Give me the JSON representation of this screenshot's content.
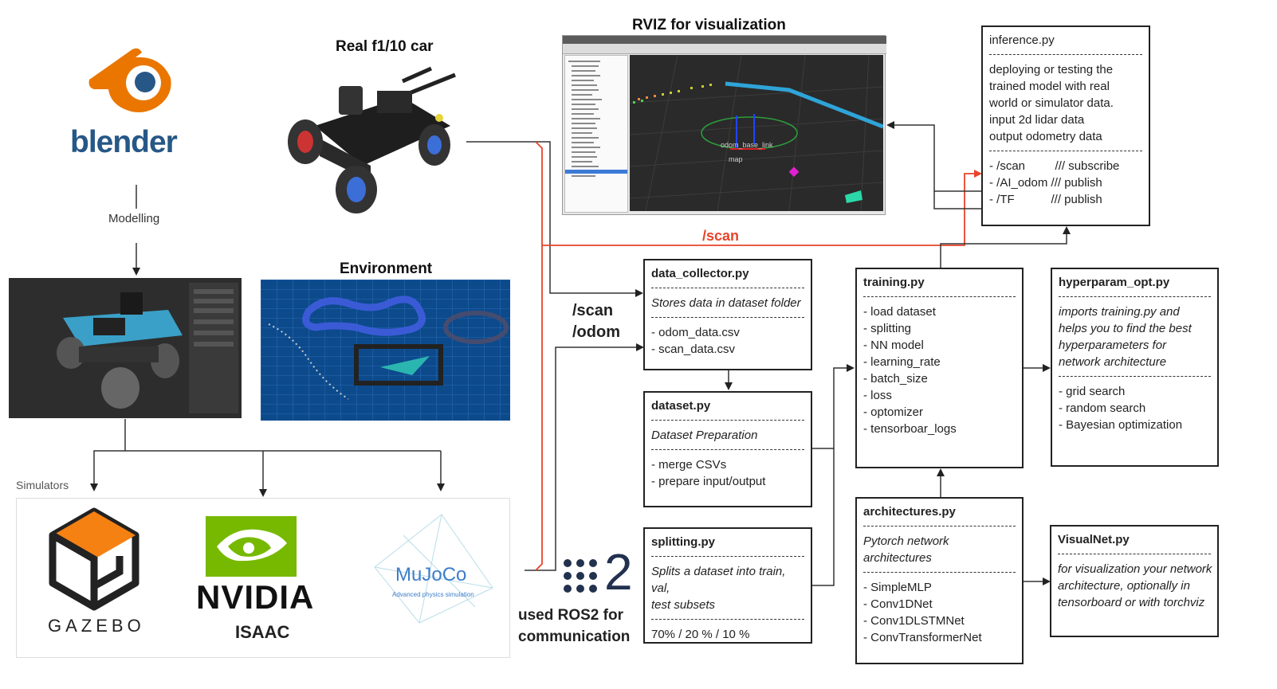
{
  "blender": {
    "logo_text": "blender",
    "modelling_label": "Modelling"
  },
  "real_car": {
    "heading": "Real f1/10 car"
  },
  "environment": {
    "heading": "Environment"
  },
  "rviz": {
    "heading": "RVIZ for visualization",
    "frame_label_1": "odom_base_link",
    "frame_label_2": "map"
  },
  "simulators": {
    "label": "Simulators",
    "gazebo": "GAZEBO",
    "nvidia": "NVIDIA",
    "isaac": "ISAAC",
    "mujoco": "MuJoCo",
    "mujoco_sub": "Advanced physics simulation"
  },
  "ros2": {
    "logo_digit": "2",
    "line1": "used ROS2 for",
    "line2": "communication"
  },
  "topics": {
    "scan_red": "/scan",
    "scan": "/scan",
    "odom": "/odom"
  },
  "inference": {
    "title": "inference.py",
    "desc_lines": [
      "deploying or testing the",
      "trained model with real",
      "world or simulator data.",
      "input 2d lidar data",
      "output odometry data"
    ],
    "items": [
      "- /scan         /// subscribe",
      "- /AI_odom /// publish",
      "- /TF           /// publish"
    ]
  },
  "data_collector": {
    "title": "data_collector.py",
    "desc": "Stores data in dataset folder",
    "items": [
      "- odom_data.csv",
      "- scan_data.csv"
    ]
  },
  "dataset": {
    "title": "dataset.py",
    "desc": "Dataset Preparation",
    "items": [
      "- merge CSVs",
      "- prepare input/output"
    ]
  },
  "splitting": {
    "title": "splitting.py",
    "desc_lines": [
      "Splits a dataset into train, val,",
      "test subsets"
    ],
    "items": [
      "70% / 20 % / 10 %"
    ]
  },
  "training": {
    "title": "training.py",
    "items": [
      "- load dataset",
      "- splitting",
      "- NN model",
      "- learning_rate",
      "- batch_size",
      "- loss",
      "- optomizer",
      "- tensorboar_logs"
    ]
  },
  "hyperparam": {
    "title": "hyperparam_opt.py",
    "desc_lines": [
      "imports training.py and",
      "helps you to find the best",
      "hyperparameters for",
      "network architecture"
    ],
    "items": [
      "- grid search",
      "- random search",
      "- Bayesian optimization"
    ]
  },
  "architectures": {
    "title": "architectures.py",
    "desc_lines": [
      "Pytorch network",
      "architectures"
    ],
    "items": [
      "- SimpleMLP",
      "- Conv1DNet",
      "- Conv1DLSTMNet",
      "- ConvTransformerNet"
    ]
  },
  "visualnet": {
    "title": "VisualNet.py",
    "desc_lines": [
      "for visualization your network",
      "architecture, optionally in",
      "tensorboard or with torchviz"
    ]
  },
  "colors": {
    "red_wire": "#e8442a",
    "blender_orange": "#ea7600",
    "blender_blue": "#265787",
    "nvidia_green": "#76b900",
    "gazebo_orange": "#f58113",
    "mujoco_blue": "#3d7ec9",
    "track_blue": "#3b5bd6"
  }
}
